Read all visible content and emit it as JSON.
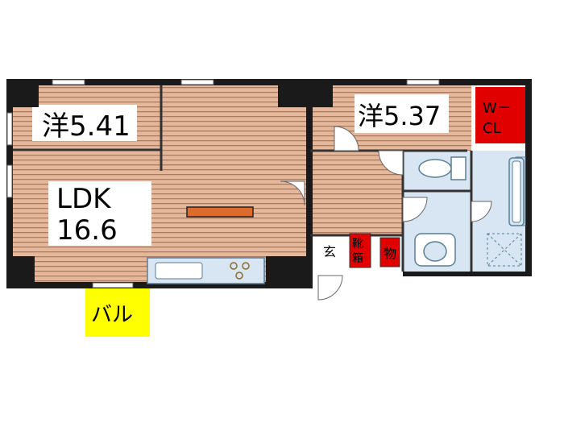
{
  "rooms": {
    "western1": {
      "name": "洋",
      "size": "5.41"
    },
    "western2": {
      "name": "洋",
      "size": "5.37"
    },
    "ldk": {
      "name": "LDK",
      "size": "16.6"
    },
    "wcl": {
      "line1": "W－",
      "line2": "CL"
    },
    "entrance": "玄",
    "shoe": {
      "line1": "靴",
      "line2": "箱"
    },
    "storage": "物",
    "balcony": "バル"
  },
  "colors": {
    "floor": "#e6b89b",
    "stripe": "#a97b63",
    "wall": "#1a1a1a",
    "closet": "#e00000",
    "wet": "#d7e6f2",
    "wet_line": "#5a7e94",
    "balcony": "#ffff00",
    "hall": "#ffffff"
  }
}
